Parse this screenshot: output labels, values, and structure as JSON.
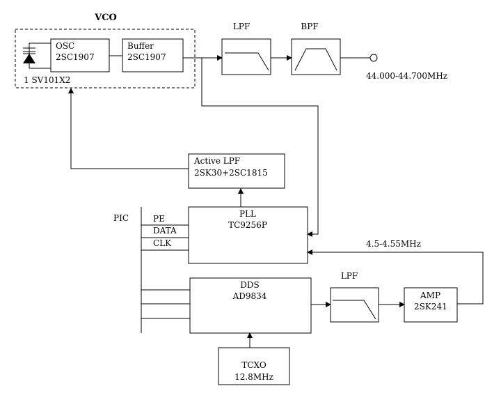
{
  "vco": {
    "title": "VCO",
    "osc": {
      "name": "OSC",
      "part": "2SC1907"
    },
    "buffer": {
      "name": "Buffer",
      "part": "2SC1907"
    },
    "varactor": "1 SV101X2"
  },
  "rf_lpf": "LPF",
  "bpf": "BPF",
  "output_freq": "44.000-44.700MHz",
  "active_lpf": {
    "name": "Active LPF",
    "part": "2SK30+2SC1815"
  },
  "pic": "PIC",
  "pic_lines": [
    "PE",
    "DATA",
    "CLK"
  ],
  "pll": {
    "name": "PLL",
    "part": "TC9256P"
  },
  "dds": {
    "name": "DDS",
    "part": "AD9834"
  },
  "dds_lpf": "LPF",
  "amp": {
    "name": "AMP",
    "part": "2SK241"
  },
  "ref_freq": "4.5-4.55MHz",
  "tcxo": {
    "name": "TCXO",
    "freq": "12.8MHz"
  }
}
